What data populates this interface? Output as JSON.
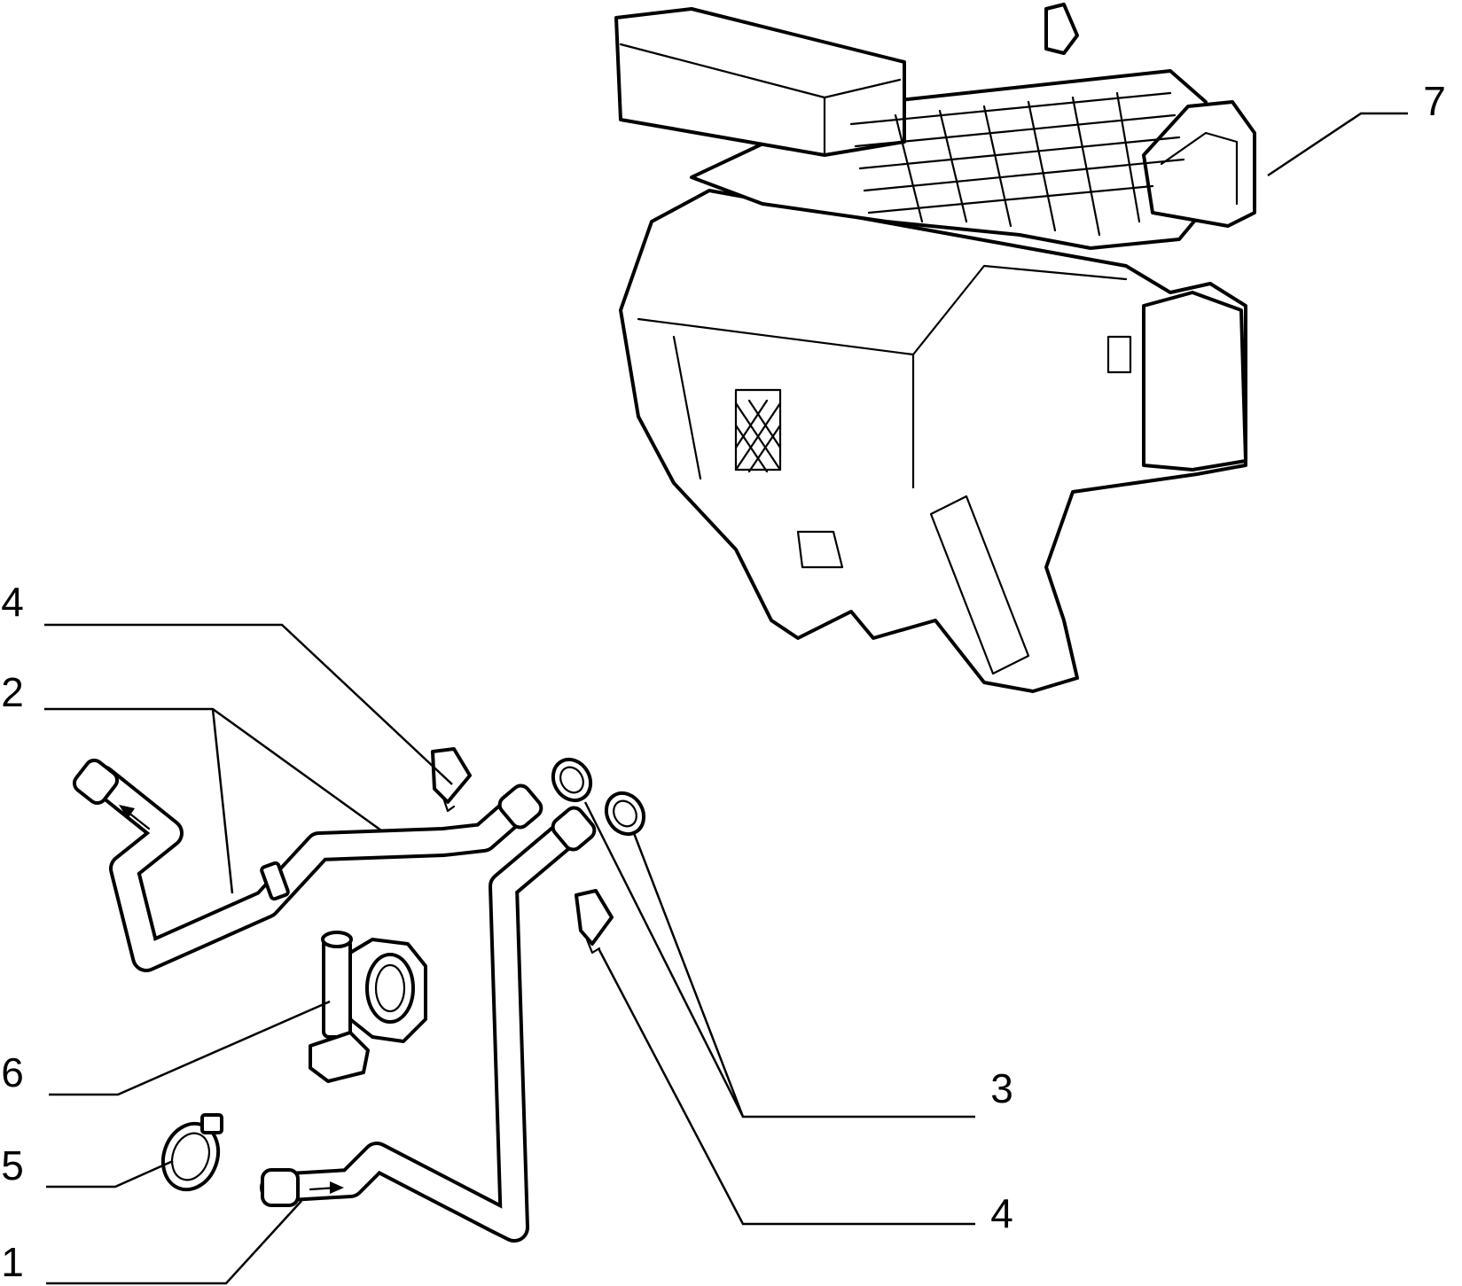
{
  "callouts": [
    {
      "id": "7",
      "label": "7"
    },
    {
      "id": "4a",
      "label": "4"
    },
    {
      "id": "2",
      "label": "2"
    },
    {
      "id": "6",
      "label": "6"
    },
    {
      "id": "5",
      "label": "5"
    },
    {
      "id": "1",
      "label": "1"
    },
    {
      "id": "3",
      "label": "3"
    },
    {
      "id": "4b",
      "label": "4"
    }
  ],
  "colors": {
    "ink": "#000000",
    "paper": "#ffffff"
  }
}
